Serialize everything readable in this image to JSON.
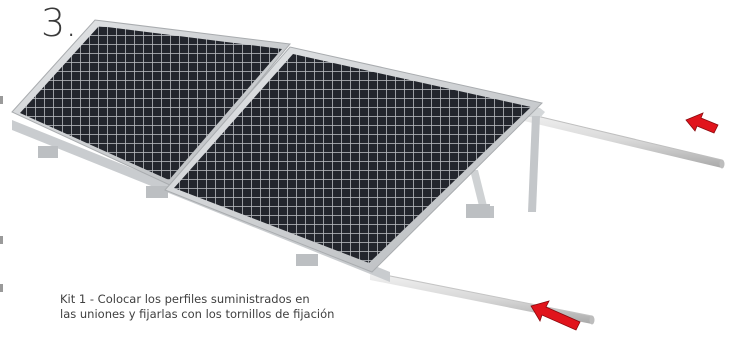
{
  "step": {
    "number": "3."
  },
  "caption": {
    "line1": "Kit 1 - Colocar los perfiles suministrados en",
    "line2": "las uniones y fijarlas con los tornillos de fijación"
  },
  "colors": {
    "panel_cell": "#1b1d22",
    "panel_frame": "#cfd2d4",
    "rail": "#d8d8d8",
    "arrow": "#e1141c"
  },
  "icons": {
    "arrow_top": "red-arrow-icon",
    "arrow_bottom": "red-arrow-icon"
  }
}
